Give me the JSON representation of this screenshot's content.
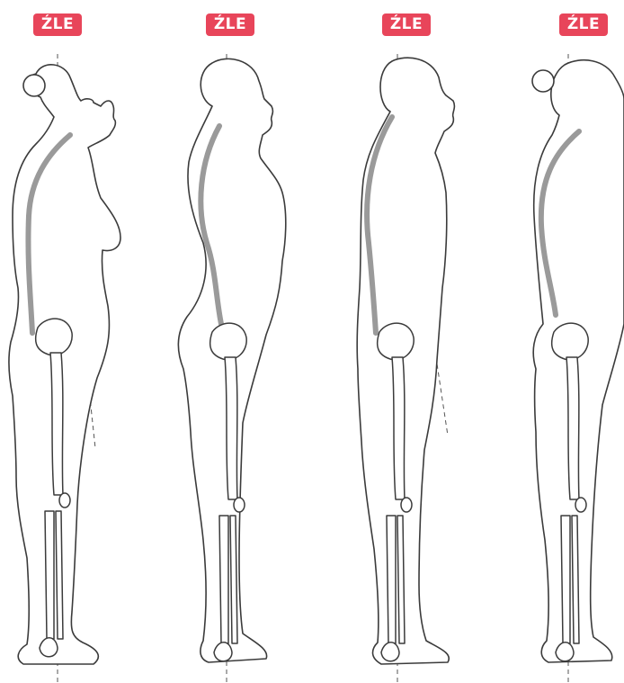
{
  "badges": [
    "ŹLE",
    "ŹLE",
    "ŹLE",
    "ŹLE"
  ],
  "colors": {
    "badge": "#e8455a",
    "spine": "#9a9a9a",
    "outline": "#3b3b3b"
  },
  "figures": [
    {
      "posture": "swayback"
    },
    {
      "posture": "hyperlordosis"
    },
    {
      "posture": "flatback"
    },
    {
      "posture": "kyphosis"
    }
  ]
}
